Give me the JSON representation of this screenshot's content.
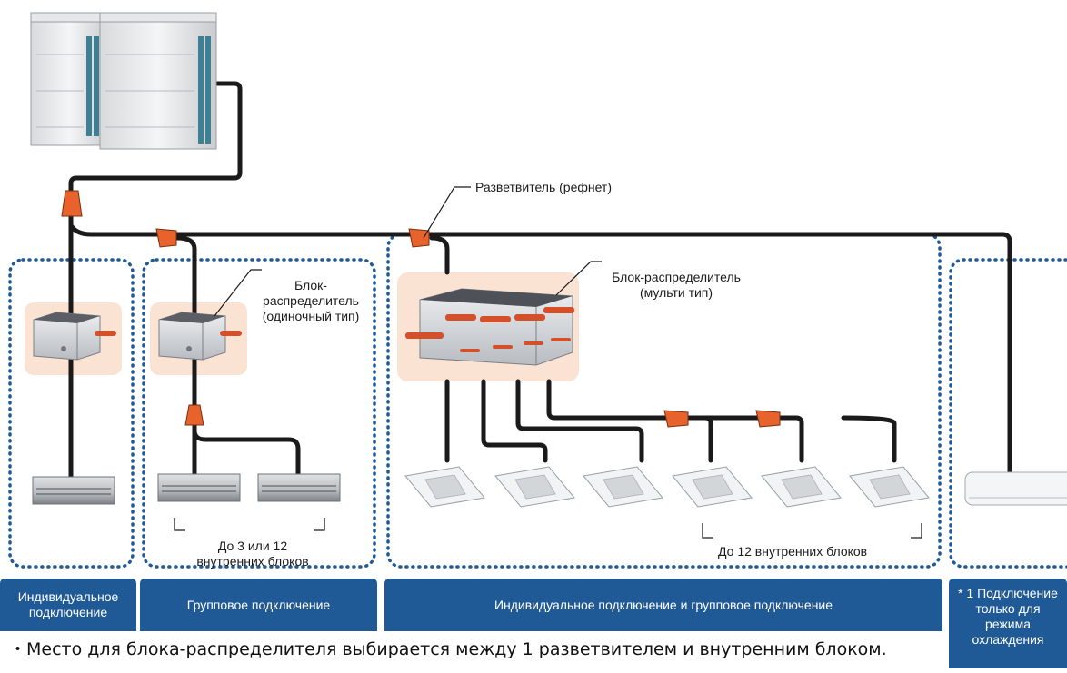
{
  "labels": {
    "refnet": "Разветвитель (рефнет)",
    "single_box": "Блок-\nраспределитель\n(одиночный тип)",
    "multi_box": "Блок-распределитель\n(мульти тип)",
    "group_limit": "До 3 или 12\nвнутренних блоков",
    "multi_limit": "До 12 внутренних блоков"
  },
  "tabs": [
    "Индивидуальное\nподключение",
    "Групповое подключение",
    "Индивидуальное подключение и групповое подключение",
    "* 1 Подключение\nтолько для\nрежима\nохлаждения"
  ],
  "footnote": "・Место для блока-распределителя выбирается между 1 разветвителем и внутренним блоком.",
  "colors": {
    "pipe": "#1a1a1a",
    "refnet": "#e8622c",
    "box_highlight": "#fbe3d3",
    "group_border": "#1f5a96",
    "tab_fill": "#1f5a96"
  }
}
